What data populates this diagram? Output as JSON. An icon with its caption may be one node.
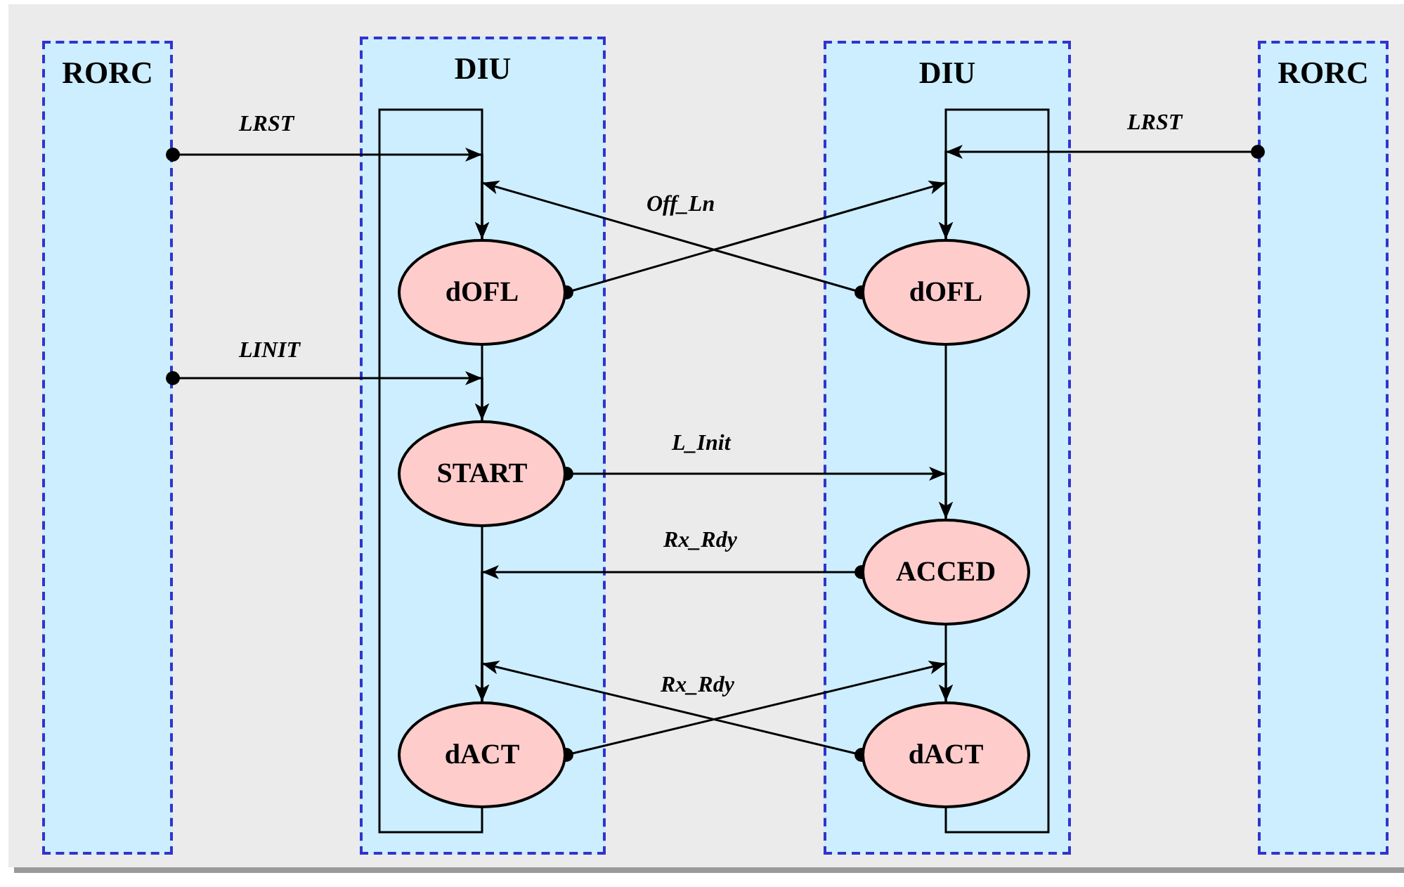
{
  "diagram": {
    "nodes": [
      {
        "text": [
          "RORC"
        ]
      },
      {
        "text": [
          "DIU"
        ]
      },
      {
        "text": [
          "dOFL"
        ],
        "in": 1
      },
      {
        "text": [
          "START"
        ],
        "in": 1
      },
      {
        "text": [
          "dACT"
        ],
        "in": 1
      },
      {
        "text": [
          "DIU"
        ]
      },
      {
        "text": [
          "dOFL"
        ],
        "in": 5
      },
      {
        "text": [
          "ACCED"
        ],
        "in": 5
      },
      {
        "text": [
          "dACT"
        ],
        "in": 5
      },
      {
        "text": [
          "RORC"
        ]
      }
    ],
    "edges": [
      {
        "from": 0,
        "to": 2,
        "arrow": "to",
        "label": "LRST"
      },
      {
        "from": 9,
        "to": 6,
        "arrow": "to",
        "label": "LRST"
      },
      {
        "from": 6,
        "to": 2,
        "arrow": "to",
        "label": "Off_Ln"
      },
      {
        "from": 2,
        "to": 6,
        "arrow": "to"
      },
      {
        "from": 2,
        "to": 3,
        "arrow": "to"
      },
      {
        "from": 0,
        "to": 3,
        "arrow": "to",
        "label": "LINIT"
      },
      {
        "from": 6,
        "to": 7,
        "arrow": "to"
      },
      {
        "from": 3,
        "to": 7,
        "arrow": "to",
        "label": "L_Init"
      },
      {
        "from": 7,
        "to": 4,
        "arrow": "to",
        "label": "Rx_Rdy"
      },
      {
        "from": 3,
        "to": 4,
        "arrow": "to"
      },
      {
        "from": 7,
        "to": 8,
        "arrow": "to"
      },
      {
        "from": 8,
        "to": 4,
        "arrow": "to",
        "label": "Rx_Rdy"
      },
      {
        "from": 4,
        "to": 8,
        "arrow": "to"
      },
      {
        "from": 4,
        "to": 2,
        "arrow": "to"
      },
      {
        "from": 8,
        "to": 6,
        "arrow": "to"
      }
    ]
  }
}
